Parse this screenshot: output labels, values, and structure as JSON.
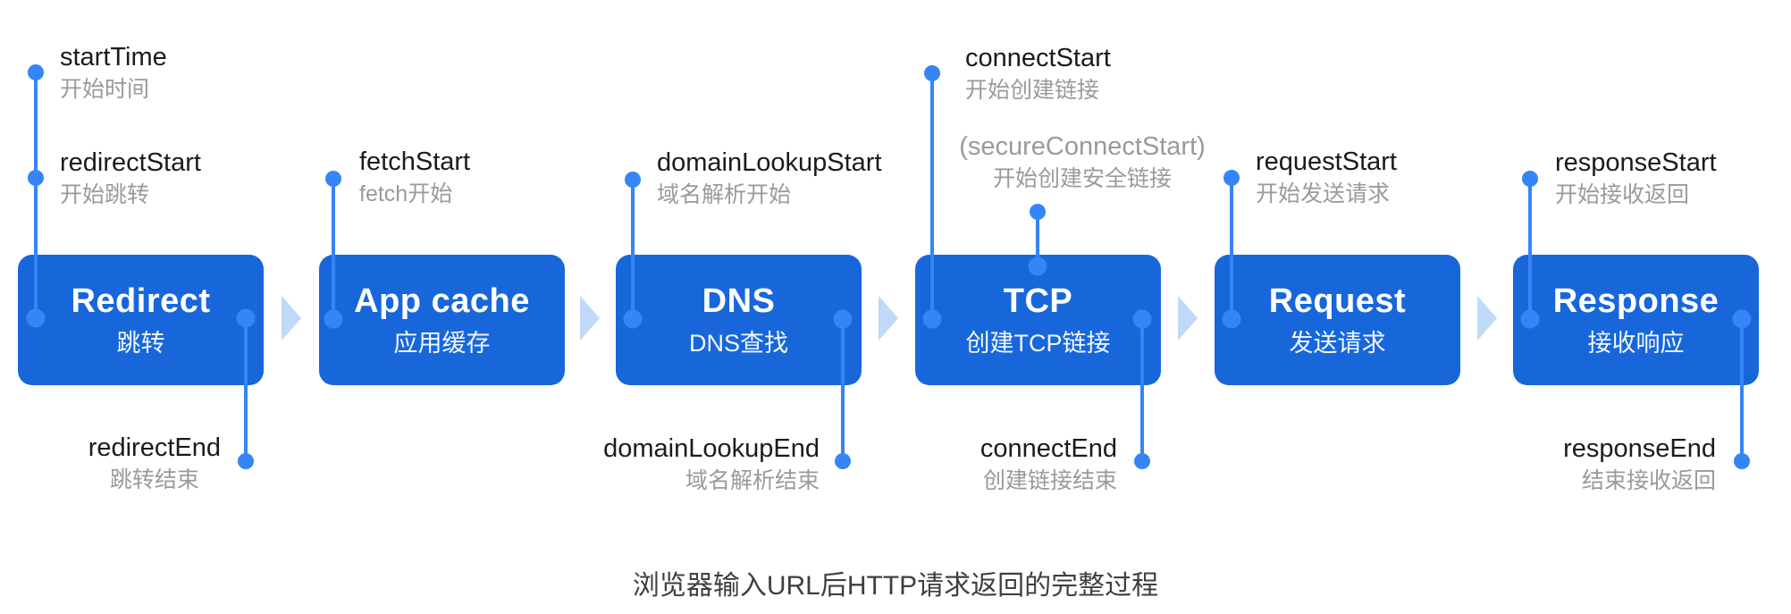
{
  "diagram": {
    "caption": "浏览器输入URL后HTTP请求返回的完整过程",
    "colors": {
      "stage_fill": "#1767db",
      "accent_dot_line": "#3585f6",
      "arrow": "#bfd9f8",
      "label_text": "#1b1b1b",
      "sublabel_text": "#9a9a9a",
      "caption_text": "#3f3f3f"
    },
    "stages": [
      {
        "title": "Redirect",
        "subtitle": "跳转"
      },
      {
        "title": "App cache",
        "subtitle": "应用缓存"
      },
      {
        "title": "DNS",
        "subtitle": "DNS查找"
      },
      {
        "title": "TCP",
        "subtitle": "创建TCP链接"
      },
      {
        "title": "Request",
        "subtitle": "发送请求"
      },
      {
        "title": "Response",
        "subtitle": "接收响应"
      }
    ],
    "markers": [
      {
        "id": "startTime",
        "en": "startTime",
        "zh": "开始时间"
      },
      {
        "id": "redirectStart",
        "en": "redirectStart",
        "zh": "开始跳转"
      },
      {
        "id": "fetchStart",
        "en": "fetchStart",
        "zh": "fetch开始"
      },
      {
        "id": "domainLookupStart",
        "en": "domainLookupStart",
        "zh": "域名解析开始"
      },
      {
        "id": "connectStart",
        "en": "connectStart",
        "zh": "开始创建链接"
      },
      {
        "id": "secureConnectStart",
        "en": "(secureConnectStart)",
        "zh": "开始创建安全链接"
      },
      {
        "id": "requestStart",
        "en": "requestStart",
        "zh": "开始发送请求"
      },
      {
        "id": "responseStart",
        "en": "responseStart",
        "zh": "开始接收返回"
      },
      {
        "id": "redirectEnd",
        "en": "redirectEnd",
        "zh": "跳转结束"
      },
      {
        "id": "domainLookupEnd",
        "en": "domainLookupEnd",
        "zh": "域名解析结束"
      },
      {
        "id": "connectEnd",
        "en": "connectEnd",
        "zh": "创建链接结束"
      },
      {
        "id": "responseEnd",
        "en": "responseEnd",
        "zh": "结束接收返回"
      }
    ]
  }
}
